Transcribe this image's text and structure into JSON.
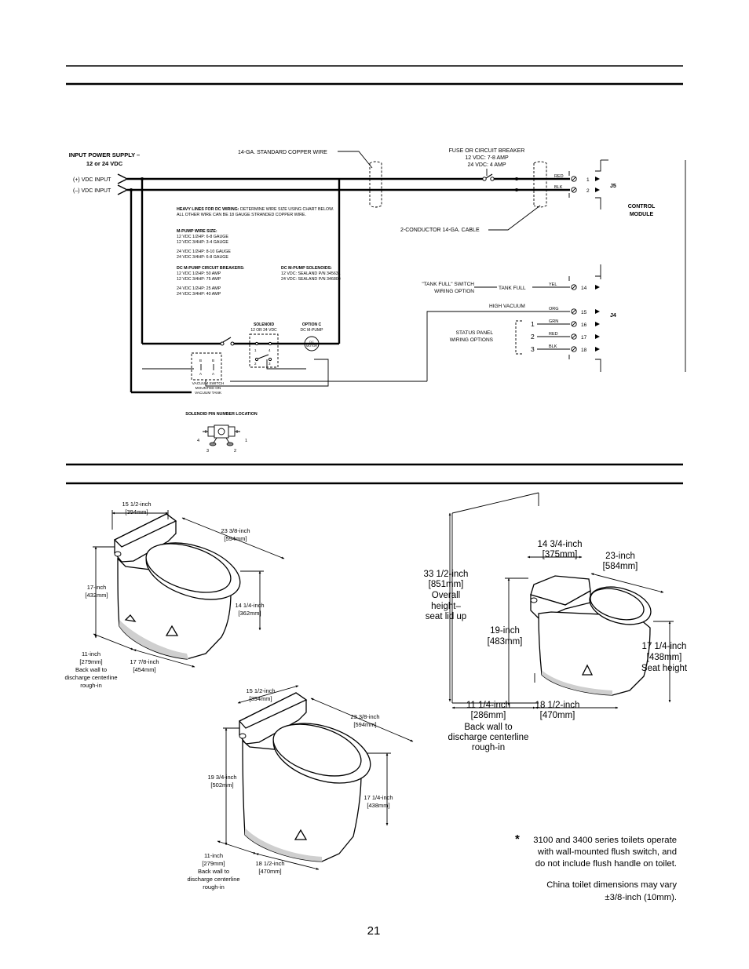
{
  "wiring": {
    "input_power_title": "INPUT POWER SUPPLY –",
    "input_power_sub": "12 or 24 VDC",
    "pos_input": "(+) VDC INPUT",
    "neg_input": "(–) VDC INPUT",
    "standard_wire": "14-GA. STANDARD COPPER WIRE",
    "fuse_line1": "FUSE OR CIRCUIT BREAKER",
    "fuse_line2": "12 VDC: 7-8 AMP",
    "fuse_line3": "24 VDC: 4 AMP",
    "two_conductor": "2-CONDUCTOR 14-GA. CABLE",
    "control_module_1": "CONTROL",
    "control_module_2": "MODULE",
    "heavy_lines_bold": "HEAVY LINES FOR DC WIRING:",
    "heavy_lines_text": " DETERMINE WIRE SIZE USING CHART BELOW.",
    "heavy_lines_text2": "ALL OTHER WIRE CAN BE 18 GAUGE STRANDED COPPER WIRE.",
    "mpump_wire_title": "M-PUMP WIRE SIZE:",
    "mpump_wire_lines": [
      "12 VDC 1/2HP:  6-8 GAUGE",
      "12 VDC 3/4HP:  3-4 GAUGE",
      "",
      "24 VDC 1/2HP:  8-10 GAUGE",
      "24 VDC 3/4HP:  6-8 GAUGE"
    ],
    "breakers_title": "DC M-PUMP CIRCUIT BREAKERS:",
    "breakers_lines": [
      "12 VDC 1/2HP:  50 AMP",
      "12 VDC 3/4HP:  75 AMP",
      "",
      "24 VDC 1/2HP:  25 AMP",
      "24 VDC 3/4HP:  40 AMP"
    ],
    "solenoids_title": "DC M-PUMP SOLENOIDS:",
    "solenoids_lines": [
      "12 VDC:  SEALAND P/N 345631",
      "24 VDC:  SEALAND P/N 346800"
    ],
    "tank_full_switch_1": "\"TANK FULL\" SWITCH",
    "tank_full_switch_2": "WIRING OPTION",
    "tank_full": "TANK FULL",
    "high_vacuum": "HIGH VACUUM",
    "status_panel_1": "STATUS PANEL",
    "status_panel_2": "WIRING OPTIONS",
    "status_numbers": [
      "1",
      "2",
      "3"
    ],
    "j5_label": "J5",
    "j4_label": "J4",
    "j5_pins": [
      {
        "color": "RED",
        "pin": "1"
      },
      {
        "color": "BLK",
        "pin": "2"
      }
    ],
    "j4_pins": [
      {
        "color": "YEL",
        "pin": "14"
      },
      {
        "color": "ORG",
        "pin": "15"
      },
      {
        "color": "GRN",
        "pin": "16"
      },
      {
        "color": "RED",
        "pin": "17"
      },
      {
        "color": "BLK",
        "pin": "18"
      }
    ],
    "solenoid_title": "SOLENOID",
    "solenoid_sub": "12 OR 24 VDC",
    "option_c": "OPTION C",
    "option_c_sub": "DC M-PUMP",
    "motor_1": "DC",
    "motor_2": "MOTOR",
    "vacuum_switch_lines": [
      "VACUUM SWITCH",
      "MOUNTED ON",
      "VACUUM TANK"
    ],
    "pin_location": "SOLENOID PIN NUMBER LOCATION",
    "pin_numbers": [
      "4",
      "1",
      "3",
      "2"
    ]
  },
  "dims": {
    "t1": {
      "a": [
        "15 1/2-inch",
        "[394mm]"
      ],
      "b": [
        "23 3/8-inch",
        "[594mm]"
      ],
      "c": [
        "17-inch",
        "[432mm]"
      ],
      "d": [
        "14 1/4-inch",
        "[362mm]"
      ],
      "e": [
        "11-inch",
        "[279mm]",
        "Back wall to",
        "discharge centerline",
        "rough-in"
      ],
      "f": [
        "17 7/8-inch",
        "[454mm]"
      ]
    },
    "t2": {
      "a": [
        "15 1/2-inch",
        "[394mm]"
      ],
      "b": [
        "23 3/8-inch",
        "[594mm]"
      ],
      "c": [
        "19 3/4-inch",
        "[502mm]"
      ],
      "d": [
        "17 1/4-inch",
        "[438mm]"
      ],
      "e": [
        "11-inch",
        "[279mm]",
        "Back wall to",
        "discharge centerline",
        "rough-in"
      ],
      "f": [
        "18 1/2-inch",
        "[470mm]"
      ]
    },
    "t3": {
      "a": [
        "14 3/4-inch",
        "[375mm]"
      ],
      "b": [
        "23-inch",
        "[584mm]"
      ],
      "c": [
        "33 1/2-inch",
        "[851mm]",
        "Overall",
        "height–",
        "seat lid up"
      ],
      "d": [
        "19-inch",
        "[483mm]"
      ],
      "e": [
        "17 1/4-inch",
        "[438mm]",
        "Seat height"
      ],
      "f": [
        "11 1/4-inch",
        "[286mm]",
        "Back wall to",
        "discharge centerline",
        "rough-in"
      ],
      "g": [
        "18 1/2-inch",
        "[470mm]"
      ]
    }
  },
  "notes": {
    "asterisk": "*",
    "note1": [
      "3100 and 3400 series toilets operate",
      "with wall-mounted flush switch, and",
      "do not include flush handle on toilet."
    ],
    "note2": [
      "China toilet dimensions may vary",
      "±3/8-inch (10mm)."
    ]
  },
  "page_number": "21"
}
